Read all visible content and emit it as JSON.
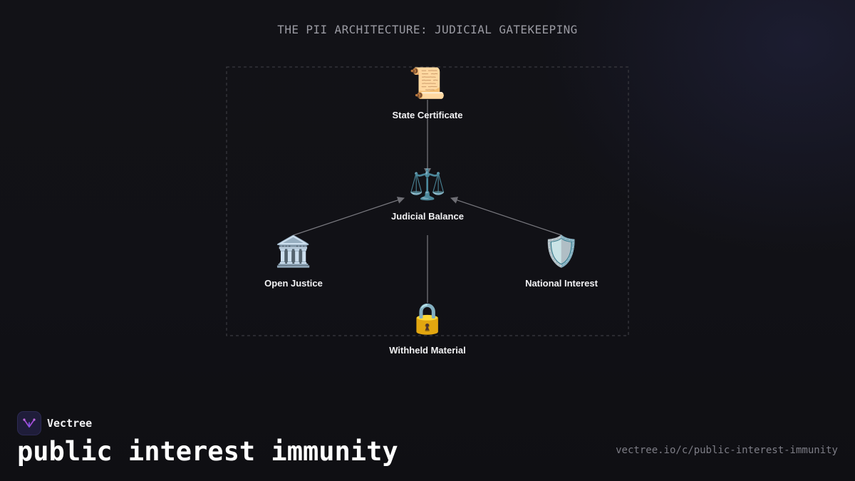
{
  "title": "THE PII ARCHITECTURE: JUDICIAL GATEKEEPING",
  "nodes": {
    "state_certificate": {
      "label": "State Certificate",
      "icon": "scroll-icon",
      "glyph": "📜"
    },
    "judicial_balance": {
      "label": "Judicial Balance",
      "icon": "scales-icon",
      "glyph": "⚖️"
    },
    "open_justice": {
      "label": "Open Justice",
      "icon": "courthouse-icon",
      "glyph": "🏛️"
    },
    "national_interest": {
      "label": "National Interest",
      "icon": "shield-icon",
      "glyph": "🛡️"
    },
    "withheld_material": {
      "label": "Withheld Material",
      "icon": "lock-icon",
      "glyph": "🔒"
    }
  },
  "edges": [
    {
      "from": "state_certificate",
      "to": "judicial_balance",
      "arrow": true
    },
    {
      "from": "open_justice",
      "to": "judicial_balance",
      "arrow": true
    },
    {
      "from": "national_interest",
      "to": "judicial_balance",
      "arrow": true
    },
    {
      "from": "judicial_balance",
      "to": "withheld_material",
      "arrow": false
    }
  ],
  "brand": {
    "name": "Vectree",
    "icon": "vectree-logo-icon"
  },
  "heading": "public interest immunity",
  "url": "vectree.io/c/public-interest-immunity",
  "colors": {
    "background": "#111116",
    "edge": "#7a7a80",
    "frame": "#3a3a40",
    "accent": "#a24bd6"
  }
}
